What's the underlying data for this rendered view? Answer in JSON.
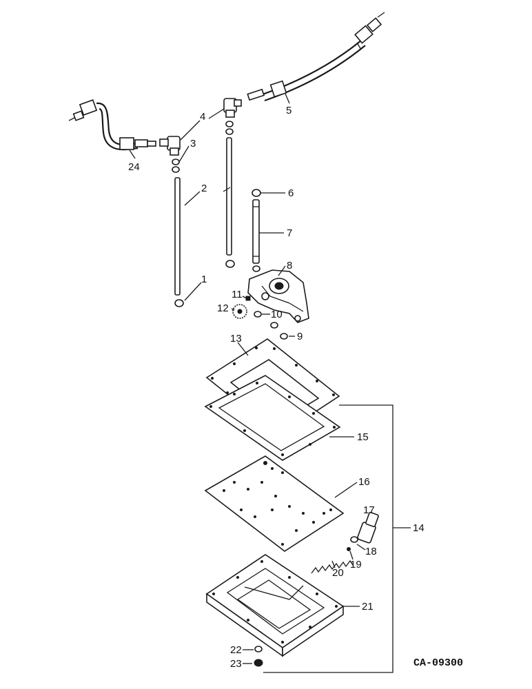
{
  "diagram_code": "CA-09300",
  "callouts": [
    "1",
    "2",
    "3",
    "4",
    "5",
    "6",
    "7",
    "8",
    "9",
    "10",
    "11",
    "12",
    "13",
    "14",
    "15",
    "16",
    "17",
    "18",
    "19",
    "20",
    "21",
    "22",
    "23",
    "24"
  ]
}
